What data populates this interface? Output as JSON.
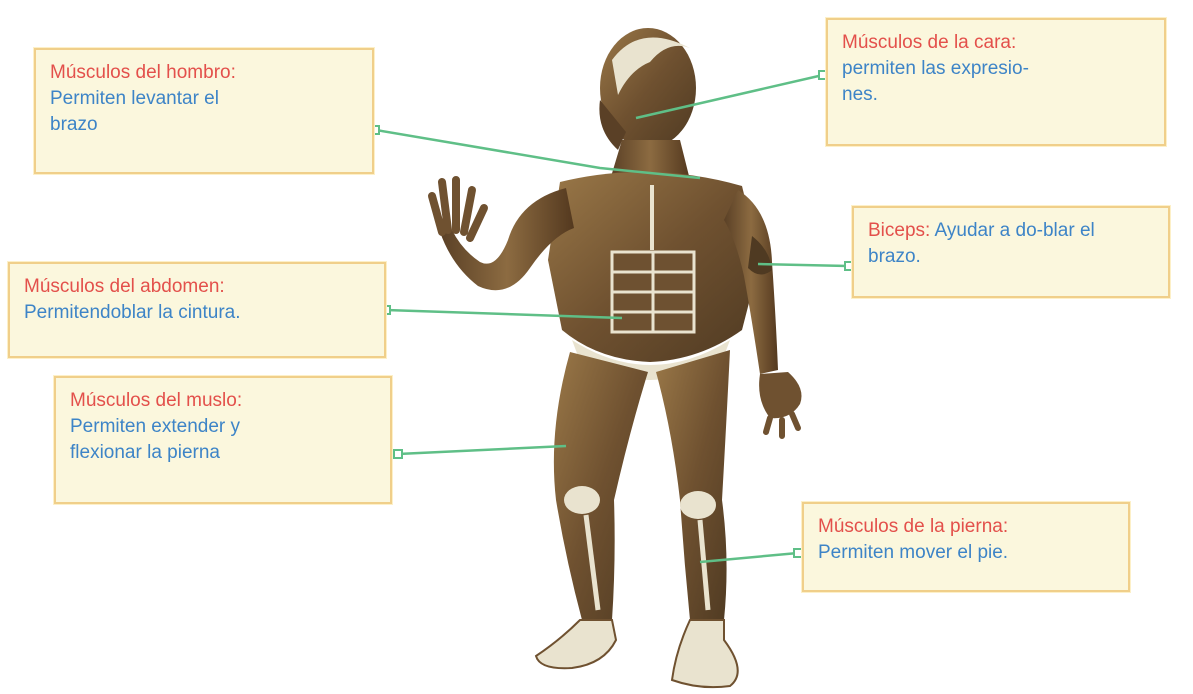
{
  "colors": {
    "box_background": "#fbf7dd",
    "box_border": "#f0cf8a",
    "title_text": "#e3504b",
    "description_text": "#3d84c7",
    "leader_line": "#5fbf87",
    "muscle_fill": "#7a5a34",
    "bone_fill": "#eae6d6"
  },
  "labels": {
    "shoulder": {
      "title": "Músculos del hombro:",
      "description": "Permiten levantar el brazo"
    },
    "face": {
      "title": "Músculos de la cara:",
      "description": "permiten las expresio-nes."
    },
    "biceps": {
      "title": "Biceps:",
      "description": "Ayudar a do-blar el brazo."
    },
    "abdomen": {
      "title": "Músculos del abdomen:",
      "description": "Permitendoblar la cintura."
    },
    "thigh": {
      "title": "Músculos del muslo:",
      "description": "Permiten extender y flexionar la pierna"
    },
    "leg": {
      "title": "Músculos de la pierna:",
      "description": "Permiten mover el pie."
    }
  },
  "figure": {
    "icon": "human-muscular-system-illustration"
  }
}
